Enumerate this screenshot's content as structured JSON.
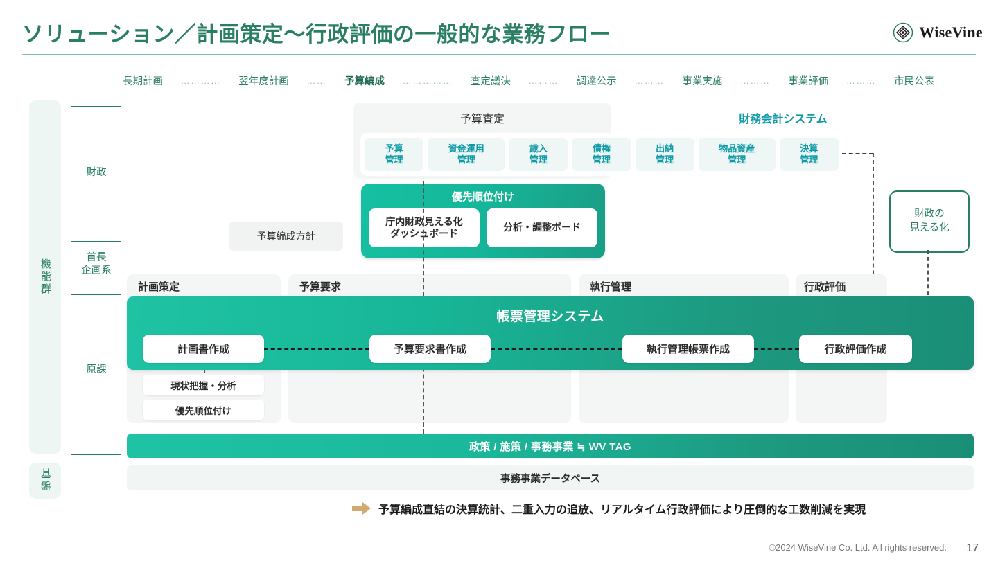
{
  "header": {
    "title": "ソリューション／計画策定〜行政評価の一般的な業務フロー",
    "logo_text": "WiseVine",
    "logo_icon": "wisevine-diamond-icon"
  },
  "timeline": {
    "items": [
      {
        "label": "長期計画",
        "strong": false
      },
      {
        "label": "翌年度計画",
        "strong": false
      },
      {
        "label": "予算編成",
        "strong": true
      },
      {
        "label": "査定議決",
        "strong": false
      },
      {
        "label": "調達公示",
        "strong": false
      },
      {
        "label": "事業実施",
        "strong": false
      },
      {
        "label": "事業評価",
        "strong": false
      },
      {
        "label": "市民公表",
        "strong": false
      }
    ],
    "separator": "…………"
  },
  "rails": {
    "main_label": "機能群",
    "base_label": "基盤",
    "rows": [
      {
        "label": "財政"
      },
      {
        "label": "首長\n企画系"
      },
      {
        "label": "原課"
      }
    ],
    "row_labels": {
      "zaisei": "財政",
      "shucho_1": "首長",
      "shucho_2": "企画系",
      "genka": "原課"
    }
  },
  "stages": {
    "columns": [
      {
        "label": "計画策定"
      },
      {
        "label": "予算要求"
      },
      {
        "label": "執行管理"
      },
      {
        "label": "行政評価"
      }
    ]
  },
  "budget_assessment": {
    "label": "予算査定",
    "financial_system_label": "財務会計システム",
    "modules": [
      {
        "line1": "予算",
        "line2": "管理"
      },
      {
        "line1": "資金運用",
        "line2": "管理"
      },
      {
        "line1": "歳入",
        "line2": "管理"
      },
      {
        "line1": "債権",
        "line2": "管理"
      },
      {
        "line1": "出納",
        "line2": "管理"
      },
      {
        "line1": "物品資産",
        "line2": "管理"
      },
      {
        "line1": "決算",
        "line2": "管理"
      }
    ]
  },
  "priority_card": {
    "title": "優先順位付け",
    "cards": [
      {
        "line1": "庁内財政見える化",
        "line2": "ダッシュボード"
      },
      {
        "line1": "分析・調整ボード",
        "line2": ""
      }
    ]
  },
  "policy_box": {
    "label": "予算編成方針"
  },
  "visualization_box": {
    "line1": "財政の",
    "line2": "見える化"
  },
  "main_band": {
    "title": "帳票管理システム",
    "pills": [
      {
        "label": "計画書作成"
      },
      {
        "label": "予算要求書作成"
      },
      {
        "label": "執行管理帳票作成"
      },
      {
        "label": "行政評価作成"
      }
    ]
  },
  "sub_boxes": [
    {
      "label": "現状把握・分析"
    },
    {
      "label": "優先順位付け"
    }
  ],
  "bottom": {
    "tag_band": "政策 / 施策 / 事務事業 ≒ WV TAG",
    "database_band": "事務事業データベース"
  },
  "caption": {
    "arrow_icon": "right-arrow-icon",
    "text": "予算編成直結の決算統計、二重入力の追放、リアルタイム行政評価により圧倒的な工数削減を実現"
  },
  "footer": {
    "copyright": "©2024 WiseVine Co. Ltd. All rights reserved.",
    "page_number": "17"
  },
  "colors": {
    "brand_green": "#2a7f62",
    "teal": "#1fc3a4",
    "teal_dark": "#1b8e77",
    "cyan": "#0f9aa8",
    "arrow_tan": "#d2a96f"
  }
}
